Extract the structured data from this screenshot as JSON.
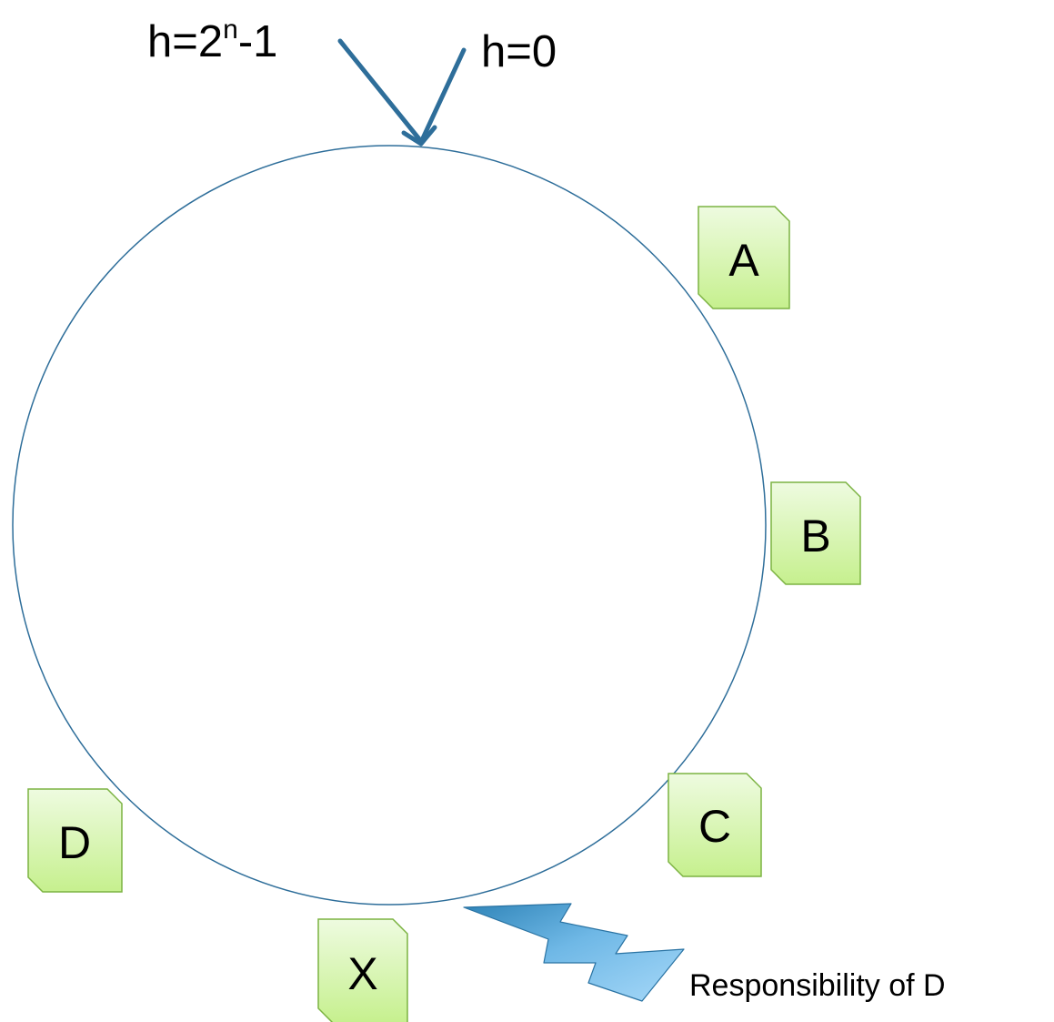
{
  "ring": {
    "label_max": {
      "base": "h=2",
      "sup": "n",
      "rest": "-1"
    },
    "label_zero": "h=0"
  },
  "nodes": [
    {
      "id": "A",
      "label": "A"
    },
    {
      "id": "B",
      "label": "B"
    },
    {
      "id": "C",
      "label": "C"
    },
    {
      "id": "D",
      "label": "D"
    },
    {
      "id": "X",
      "label": "X"
    }
  ],
  "annotation": {
    "text": "Responsibility of D"
  },
  "colors": {
    "ring": "#2e6e9a",
    "arrow": "#2e6e9a",
    "node_border": "#7cb342",
    "node_fill_top": "#eefbe0",
    "node_fill_bottom": "#c6f08e",
    "bolt_light": "#9fd3f6",
    "bolt_dark": "#2f84b8"
  }
}
